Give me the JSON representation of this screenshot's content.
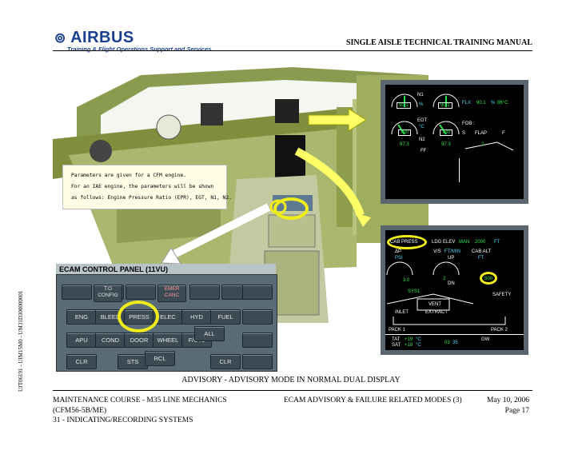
{
  "header": {
    "brand": "AIRBUS",
    "brand_tagline": "Training & Flight Operations Support and Services",
    "manual_title": "SINGLE AISLE TECHNICAL TRAINING MANUAL"
  },
  "side_code": "UJT06191 - UIM15M0 - UM31D300000001",
  "note": {
    "lines": [
      "Parameters are given for a CFM engine.",
      "For an IAE engine, the parameters will be shown",
      "as follows: Engine Pressure Ratio (EPR), EGT, N1, N2."
    ]
  },
  "ecam_panel": {
    "title": "ECAM CONTROL PANEL (11VU)",
    "keys": {
      "to_config_1": "T.O",
      "to_config_2": "CONFIG",
      "emer_canc_1": "EMER",
      "emer_canc_2": "CANC",
      "eng": "ENG",
      "bleed": "BLEED",
      "press": "PRESS",
      "elec": "ELEC",
      "hyd": "HYD",
      "fuel": "FUEL",
      "apu": "APU",
      "cond": "COND",
      "door": "DOOR",
      "wheel": "WHEEL",
      "fctl": "F/CTL",
      "all": "ALL",
      "clr_left": "CLR",
      "sts": "STS",
      "rcl": "RCL",
      "clr_right": "CLR"
    }
  },
  "upper_ecam": {
    "n1": "N1",
    "n1_left": "90.1",
    "n1_right": "90.1",
    "pct": "%",
    "egt": "EGT",
    "egt_unit": "°C",
    "egt_left": "730",
    "egt_right": "730",
    "n2": "N2",
    "n2_left": "97.3",
    "n2_right": "97.3",
    "ff": "FF",
    "flx": "FLX",
    "flx_value": "90.1",
    "flx_unit": "%",
    "flx_temp": "86°C",
    "fob": "FOB :",
    "s": "S",
    "flap": "FLAP",
    "f": "F",
    "flap_pos": "2"
  },
  "lower_ecam": {
    "cab_press": "CAB PRESS",
    "ldg_elev": "LDG ELEV",
    "man": "MAN",
    "elev_value": "2000",
    "ft": "FT",
    "delta_p": "ΔP",
    "psi": "PSI",
    "vs": "V/S",
    "ftmin": "FT/MIN",
    "up": "UP",
    "cab_alt": "CAB ALT",
    "cab_alt_unit": "FT",
    "dp_value": "3.0",
    "vs_value": "2",
    "dn": "DN",
    "alt_value": "500",
    "sys1": "SYS1",
    "safety": "SAFETY",
    "vent": "VENT",
    "inlet": "INLET",
    "extract": "EXTRACT",
    "pack1": "PACK 1",
    "pack2": "PACK 2",
    "tat": "TAT",
    "tat_value": "+19",
    "sat": "SAT",
    "sat_value": "+18",
    "deg_c": "°C",
    "time_h": "03",
    "time_m": "35",
    "gw": "GW"
  },
  "caption": "ADVISORY - ADVISORY MODE IN NORMAL DUAL DISPLAY",
  "footer": {
    "course": "MAINTENANCE COURSE - M35 LINE MECHANICS",
    "engine": "(CFM56-5B/ME)",
    "chapter": "31 - INDICATING/RECORDING SYSTEMS",
    "section": "ECAM ADVISORY & FAILURE RELATED MODES (3)",
    "date": "May 10, 2006",
    "page": "Page 17"
  },
  "colors": {
    "brand_blue": "#1a3f8f",
    "highlight_yellow": "#f0ec1a",
    "panel_grey": "#5a6b78",
    "cockpit_green": "#a9b86e"
  }
}
